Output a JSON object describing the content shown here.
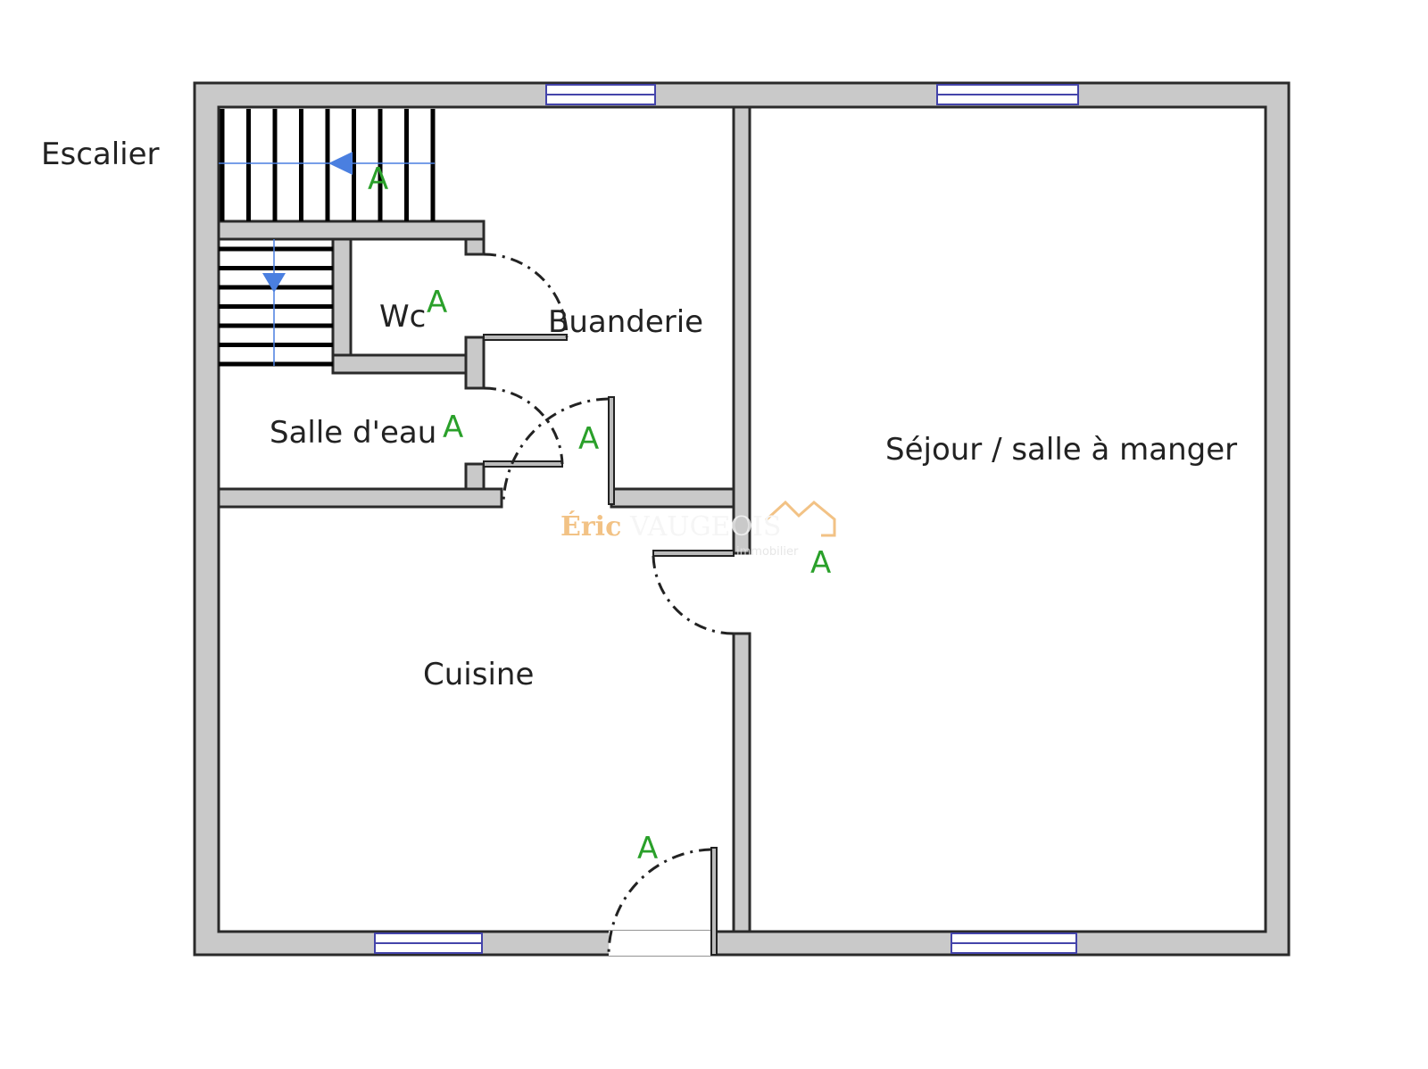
{
  "plan": {
    "rooms": {
      "escalier": "Escalier",
      "wc": "Wc",
      "buanderie": "Buanderie",
      "salle_deau": "Salle d'eau",
      "sejour": "Séjour / salle à manger",
      "cuisine": "Cuisine"
    },
    "marker": "A",
    "colors": {
      "wall": "#c9c9c9",
      "marker": "#2aa02a",
      "stair_arrow": "#4a7fe0",
      "watermark": "#f0b870"
    }
  },
  "watermark": {
    "first": "Éric",
    "last": "VAUGEOIS",
    "sub": "immobilier"
  }
}
